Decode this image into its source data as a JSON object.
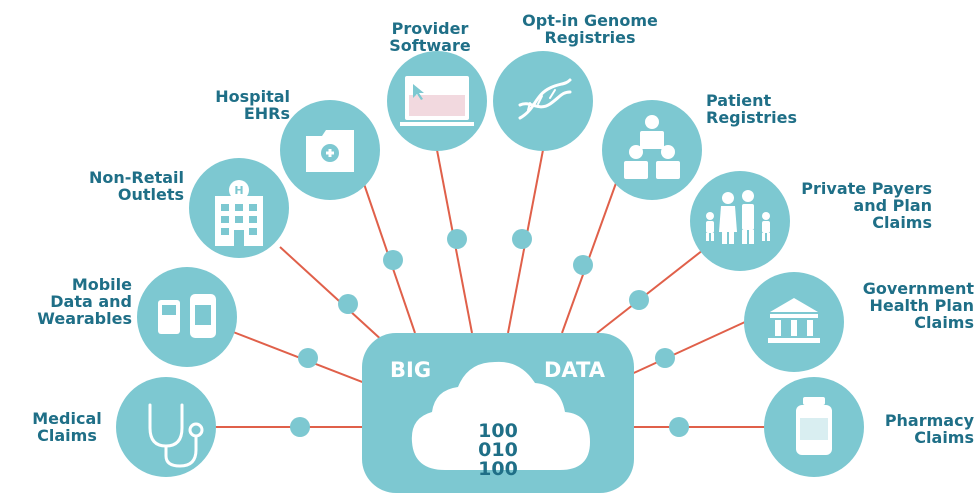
{
  "hub": {
    "word_left": "BIG",
    "word_right": "DATA",
    "binary": [
      "100",
      "010",
      "100"
    ]
  },
  "sources": [
    {
      "id": "medical-claims",
      "label": [
        "Medical",
        "Claims"
      ],
      "icon": "stethoscope-icon"
    },
    {
      "id": "mobile-data",
      "label": [
        "Mobile",
        "Data and",
        "Wearables"
      ],
      "icon": "wearables-icon"
    },
    {
      "id": "non-retail-outlets",
      "label": [
        "Non-Retail",
        "Outlets"
      ],
      "icon": "building-icon"
    },
    {
      "id": "hospital-ehrs",
      "label": [
        "Hospital",
        "EHRs"
      ],
      "icon": "medical-folder-icon"
    },
    {
      "id": "provider-software",
      "label": [
        "Provider",
        "Software"
      ],
      "icon": "laptop-icon"
    },
    {
      "id": "genome-registries",
      "label": [
        "Opt-in Genome",
        "Registries"
      ],
      "icon": "dna-icon"
    },
    {
      "id": "patient-registries",
      "label": [
        "Patient",
        "Registries"
      ],
      "icon": "patients-icon"
    },
    {
      "id": "private-payers",
      "label": [
        "Private Payers",
        "and Plan",
        "Claims"
      ],
      "icon": "family-icon"
    },
    {
      "id": "government-plans",
      "label": [
        "Government",
        "Health Plan",
        "Claims"
      ],
      "icon": "government-building-icon"
    },
    {
      "id": "pharmacy-claims",
      "label": [
        "Pharmacy",
        "Claims"
      ],
      "icon": "pill-bottle-icon"
    }
  ],
  "colors": {
    "teal": "#7dc8d1",
    "line": "#e0604a",
    "label": "#1f6f87"
  }
}
